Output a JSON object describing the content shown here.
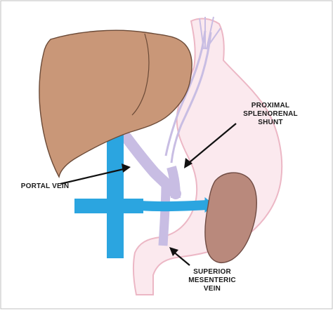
{
  "labels": {
    "proximal_shunt": [
      "PROXIMAL",
      "SPLENORENAL",
      "SHUNT"
    ],
    "portal_vein": "PORTAL VEIN",
    "superior_mesenteric": [
      "SUPERIOR",
      "MESENTERIC",
      "VEIN"
    ]
  },
  "colors": {
    "liver_fill": "#c99778",
    "liver_stroke": "#6b4a37",
    "stomach_fill": "#fbe9ee",
    "stomach_stroke": "#ecb7c5",
    "spleen_fill": "#b9897c",
    "spleen_stroke": "#6f4b43",
    "blue_vein": "#2ba5e0",
    "lavender_vein": "#c8bde3",
    "arrow": "#111111"
  }
}
